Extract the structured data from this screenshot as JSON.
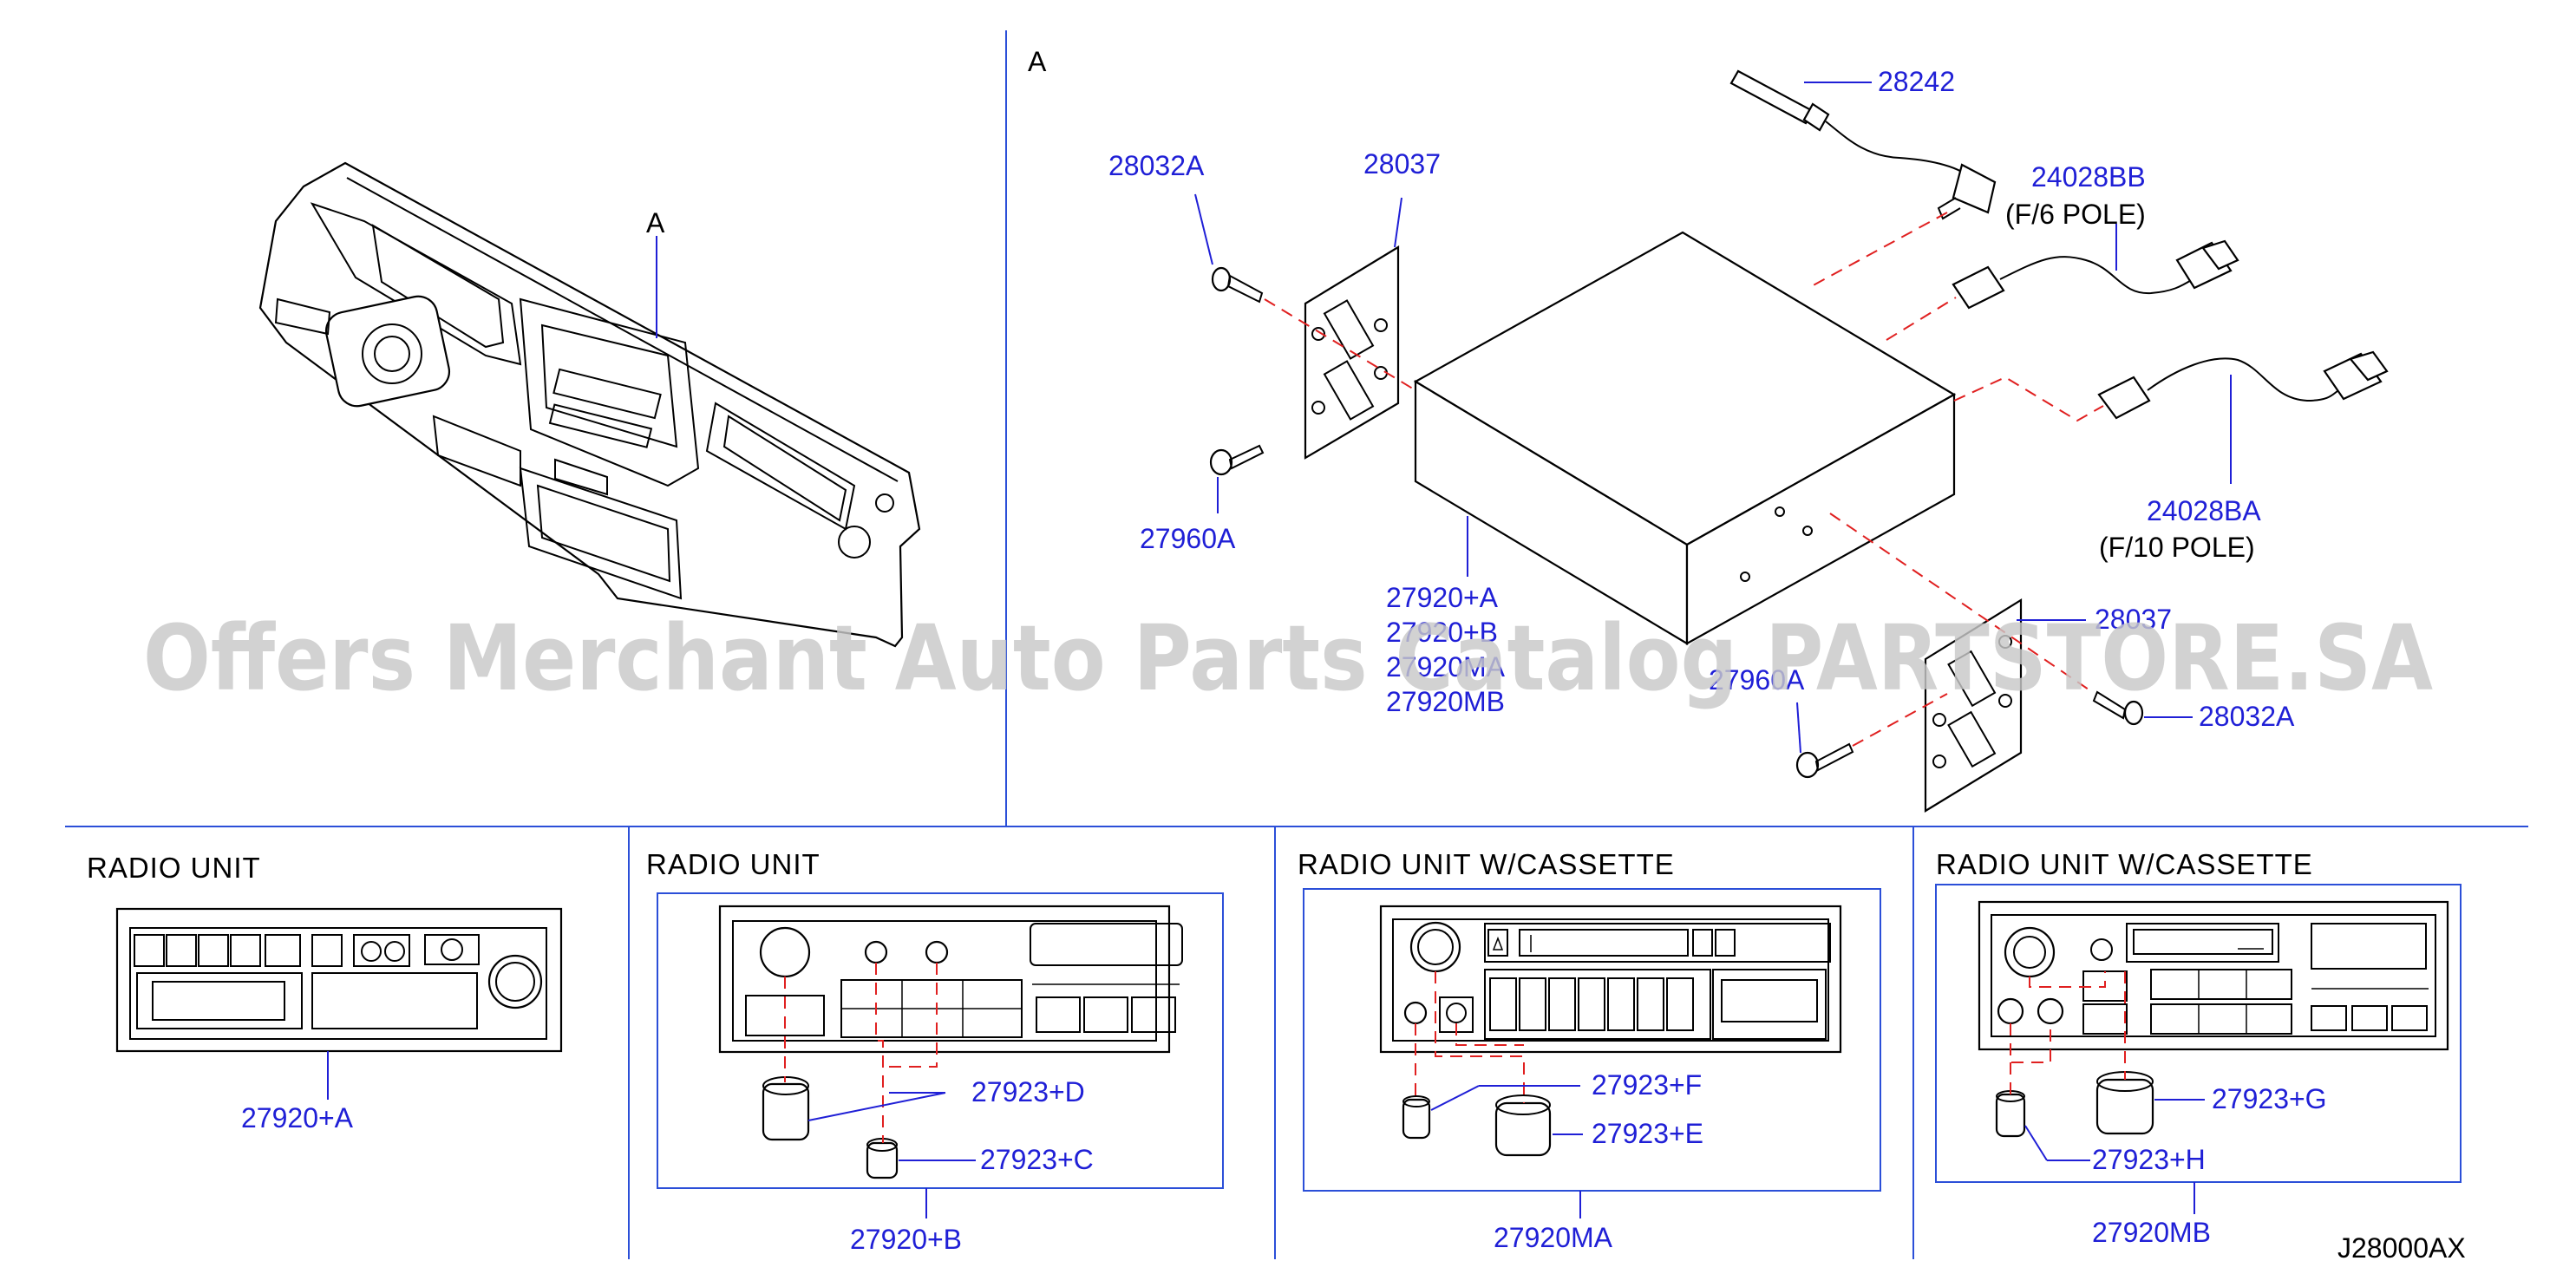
{
  "diagram_code": "J28000AX",
  "view_label": "A",
  "watermark": "Offers Merchant Auto Parts Catalog PARTSTORE.SA",
  "colors": {
    "part_number": "#1f1fd6",
    "separator": "#2b4fd8",
    "dashed_leader": "#e02020",
    "outline": "#000000"
  },
  "main_view": {
    "dash_label": "A",
    "parts": {
      "p28242": "28242",
      "p24028bb": "24028BB",
      "p24028bb_note": "(F/6  POLE)",
      "p28032a_left": "28032A",
      "p28037_left": "28037",
      "p27960a_left": "27960A",
      "p24028ba": "24028BA",
      "p24028ba_note": "(F/10  POLE)",
      "p27920a": "27920+A",
      "p27920b": "27920+B",
      "p27920ma": "27920MA",
      "p27920mb": "27920MB",
      "p28037_right": "28037",
      "p27960a_right": "27960A",
      "p28032a_right": "28032A"
    }
  },
  "panels": [
    {
      "title": "RADIO   UNIT",
      "parts": [
        "27920+A"
      ]
    },
    {
      "title": "RADIO   UNIT",
      "parts": [
        "27923+D",
        "27923+C",
        "27920+B"
      ]
    },
    {
      "title": "RADIO   UNIT   W/CASSETTE",
      "parts": [
        "27923+F",
        "27923+E",
        "27920MA"
      ]
    },
    {
      "title": "RADIO   UNIT   W/CASSETTE",
      "parts": [
        "27923+G",
        "27923+H",
        "27920MB"
      ]
    }
  ]
}
